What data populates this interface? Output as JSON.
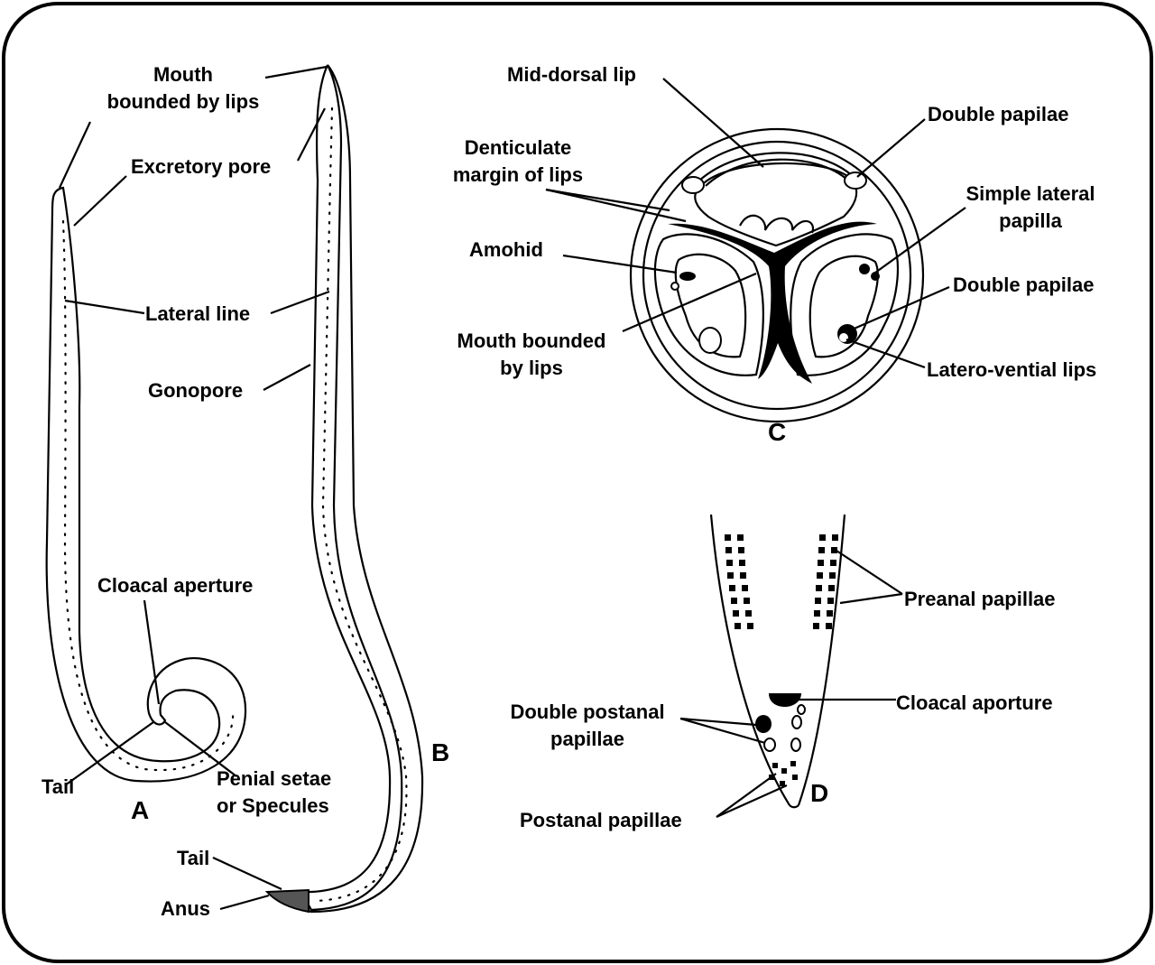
{
  "figures": {
    "A": {
      "letter": "A",
      "labels": {
        "mouth_line1": "Mouth",
        "mouth_line2": "bounded by lips",
        "excretory": "Excretory pore",
        "lateral": "Lateral line",
        "cloacal": "Cloacal aperture",
        "tail": "Tail",
        "penial_line1": "Penial setae",
        "penial_line2": "or Specules"
      }
    },
    "B": {
      "letter": "B",
      "labels": {
        "gonopore": "Gonopore",
        "tail": "Tail",
        "anus": "Anus"
      }
    },
    "C": {
      "letter": "C",
      "labels": {
        "mid_dorsal": "Mid-dorsal lip",
        "double_top": "Double papilae",
        "denticulate_line1": "Denticulate",
        "denticulate_line2": "margin of lips",
        "simple_line1": "Simple lateral",
        "simple_line2": "papilla",
        "amphid": "Amohid",
        "double_right": "Double papilae",
        "mouth_line1": "Mouth bounded",
        "mouth_line2": "by lips",
        "latero": "Latero-vential lips"
      }
    },
    "D": {
      "letter": "D",
      "labels": {
        "preanal": "Preanal papillae",
        "cloacal": "Cloacal aporture",
        "double_postanal_line1": "Double postanal",
        "double_postanal_line2": "papillae",
        "postanal": "Postanal papillae"
      }
    }
  },
  "colors": {
    "ink": "#000000",
    "tail_fill": "#555555",
    "background": "#ffffff"
  }
}
